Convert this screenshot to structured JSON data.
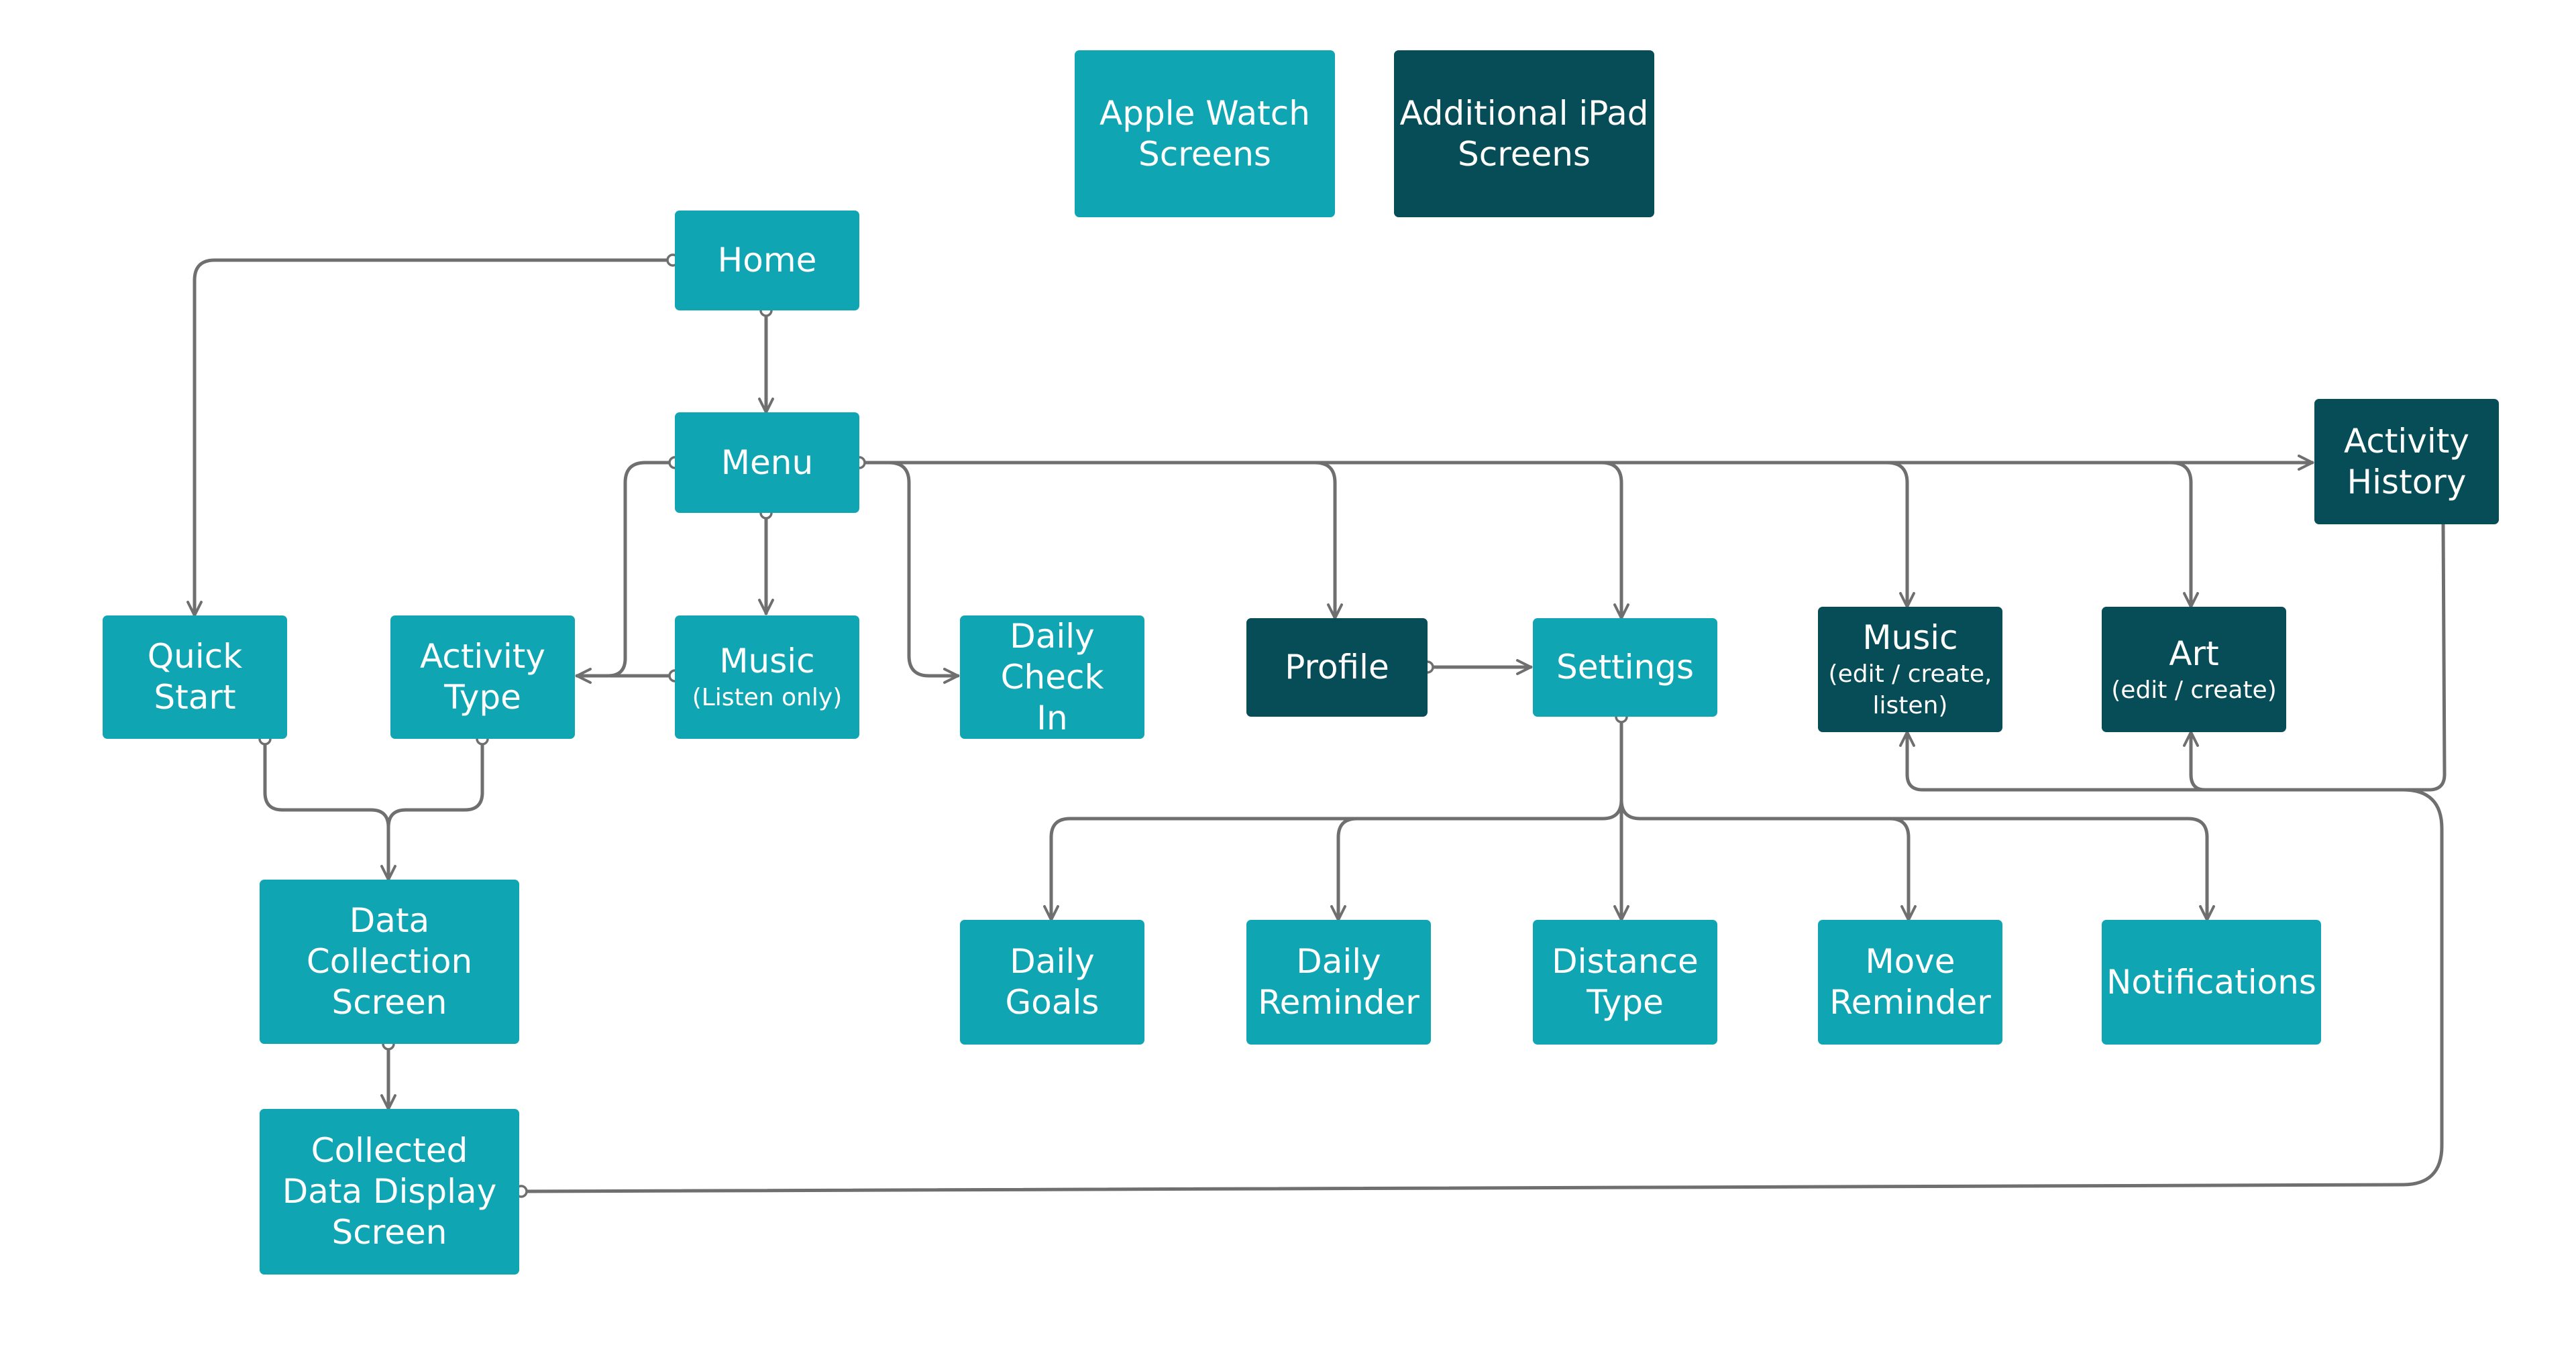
{
  "legend": {
    "watch": "Apple Watch Screens",
    "ipad": "Additional iPad Screens"
  },
  "colors": {
    "watch": "#10a5b2",
    "ipad": "#074d57",
    "connector": "#6f6f6f"
  },
  "nodes": {
    "home": {
      "title": "Home"
    },
    "menu": {
      "title": "Menu"
    },
    "quick_start": {
      "title": "Quick Start"
    },
    "activity_type": {
      "title": "Activity Type"
    },
    "music_listen": {
      "title": "Music",
      "subtitle": "(Listen only)"
    },
    "daily_check_in": {
      "title": "Daily Check In"
    },
    "profile": {
      "title": "Profile"
    },
    "settings": {
      "title": "Settings"
    },
    "music_edit": {
      "title": "Music",
      "subtitle": "(edit / create, listen)"
    },
    "art": {
      "title": "Art",
      "subtitle": "(edit / create)"
    },
    "activity_history": {
      "title": "Activity History"
    },
    "data_collection": {
      "title": "Data Collection Screen"
    },
    "collected_display": {
      "title": "Collected Data Display Screen"
    },
    "daily_goals": {
      "title": "Daily Goals"
    },
    "daily_reminder": {
      "title": "Daily Reminder"
    },
    "distance_type": {
      "title": "Distance Type"
    },
    "move_reminder": {
      "title": "Move Reminder"
    },
    "notifications": {
      "title": "Notifications"
    }
  }
}
